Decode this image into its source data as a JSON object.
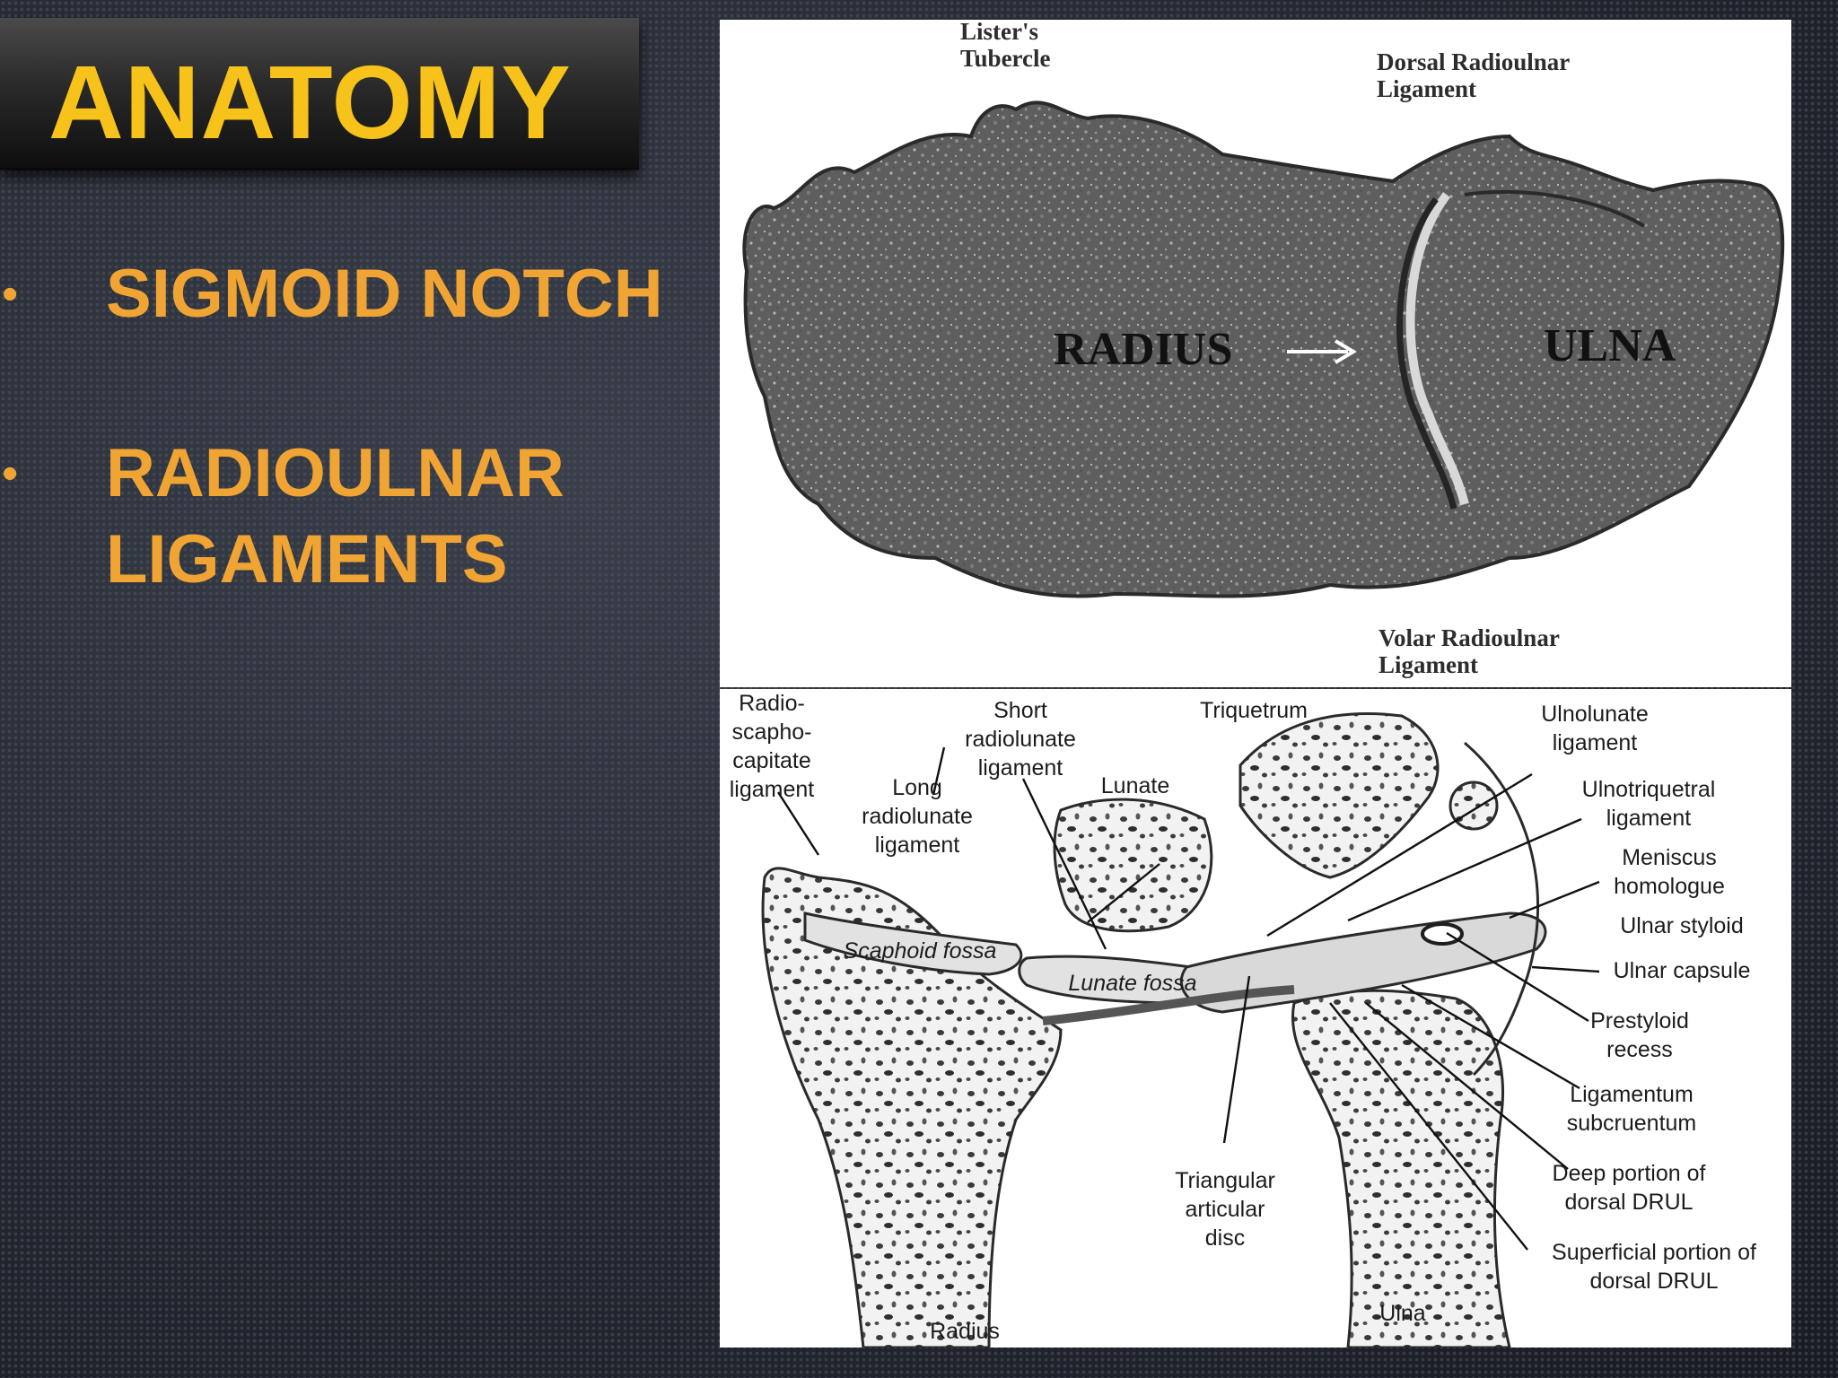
{
  "slide": {
    "title": "ANATOMY",
    "bullets": [
      {
        "marker": "•",
        "text": "SIGMOID NOTCH"
      },
      {
        "marker": "•",
        "text": "RADIOULNAR LIGAMENTS"
      }
    ]
  },
  "figure_top": {
    "labels": {
      "listers": "Lister's\nTubercle",
      "dorsal": "Dorsal Radioulnar\nLigament",
      "radius": "RADIUS",
      "ulna": "ULNA",
      "volar": "Volar Radioulnar\nLigament"
    }
  },
  "figure_bottom": {
    "labels": {
      "radioscapho": "Radio-\nscapho-\ncapitate\nligament",
      "short_rl": "Short\nradiolunate\nligament",
      "triquetrum": "Triquetrum",
      "ulnolunate": "Ulnolunate\nligament",
      "long_rl": "Long\nradiolunate\nligament",
      "lunate": "Lunate",
      "ulnotriquetral": "Ulnotriquetral\nligament",
      "meniscus": "Meniscus\nhomologue",
      "ulnar_styloid": "Ulnar styloid",
      "scaphoid_fossa": "Scaphoid fossa",
      "lunate_fossa": "Lunate fossa",
      "ulnar_capsule": "Ulnar capsule",
      "prestyloid": "Prestyloid\nrecess",
      "subcruentum": "Ligamentum\nsubcruentum",
      "deep_drul": "Deep portion of\ndorsal DRUL",
      "tfcc": "Triangular\narticular\ndisc",
      "superficial_drul": "Superficial portion of\ndorsal DRUL",
      "ulna": "Ulna",
      "radius": "Radius"
    }
  }
}
